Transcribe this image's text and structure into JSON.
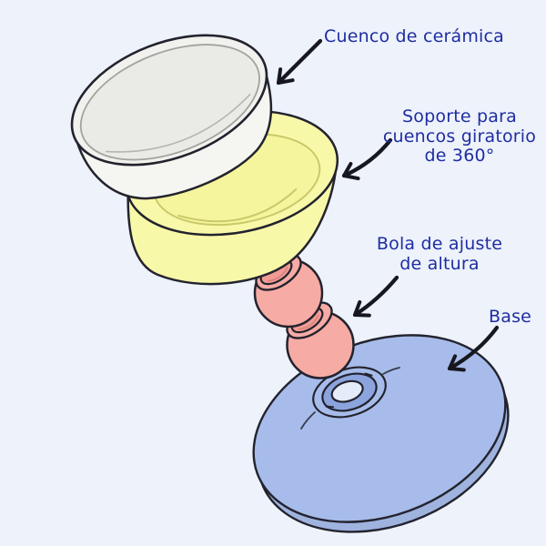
{
  "labels": {
    "bowl": "Cuenco de cerámica",
    "support_lines": [
      "Soporte para",
      "cuencos giratorio",
      "de 360°"
    ],
    "ball_lines": [
      "Bola de ajuste",
      "de altura"
    ],
    "base": "Base"
  },
  "colors": {
    "background": "#EDF2FB",
    "outline": "#23232E",
    "arrow": "#17171F",
    "text": "#1F2DA2",
    "bowl_body": "#F5F5F2",
    "bowl_rim": "#F1F1EE",
    "bowl_inner": "#EAEAE7",
    "support": "#F8F8A9",
    "support_recess": "#F5F59D",
    "ball": "#F7ABA5",
    "ball_socket": "#F29B95",
    "base_top": "#A7BCEA",
    "base_side": "#9FB3DF",
    "base_ring": "#8CA4DE",
    "base_hole": "#E4EBF9"
  }
}
